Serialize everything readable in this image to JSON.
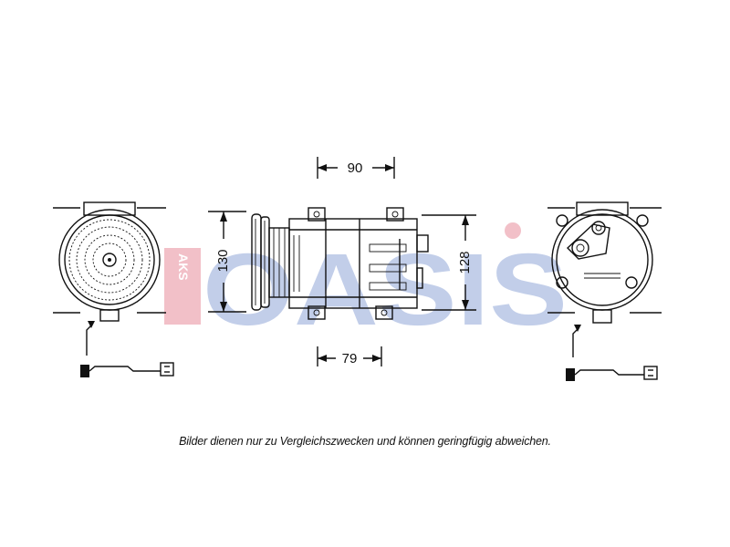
{
  "dimensions": {
    "top_width": "90",
    "bottom_width": "79",
    "left_height": "130",
    "right_height": "128"
  },
  "watermark": {
    "text": "OASIS",
    "small_text": "AKS",
    "color_main": "#b8c6e6",
    "color_accent": "#f0b6bf"
  },
  "caption": "Bilder dienen nur zu Vergleichszwecken und können geringfügig abweichen."
}
